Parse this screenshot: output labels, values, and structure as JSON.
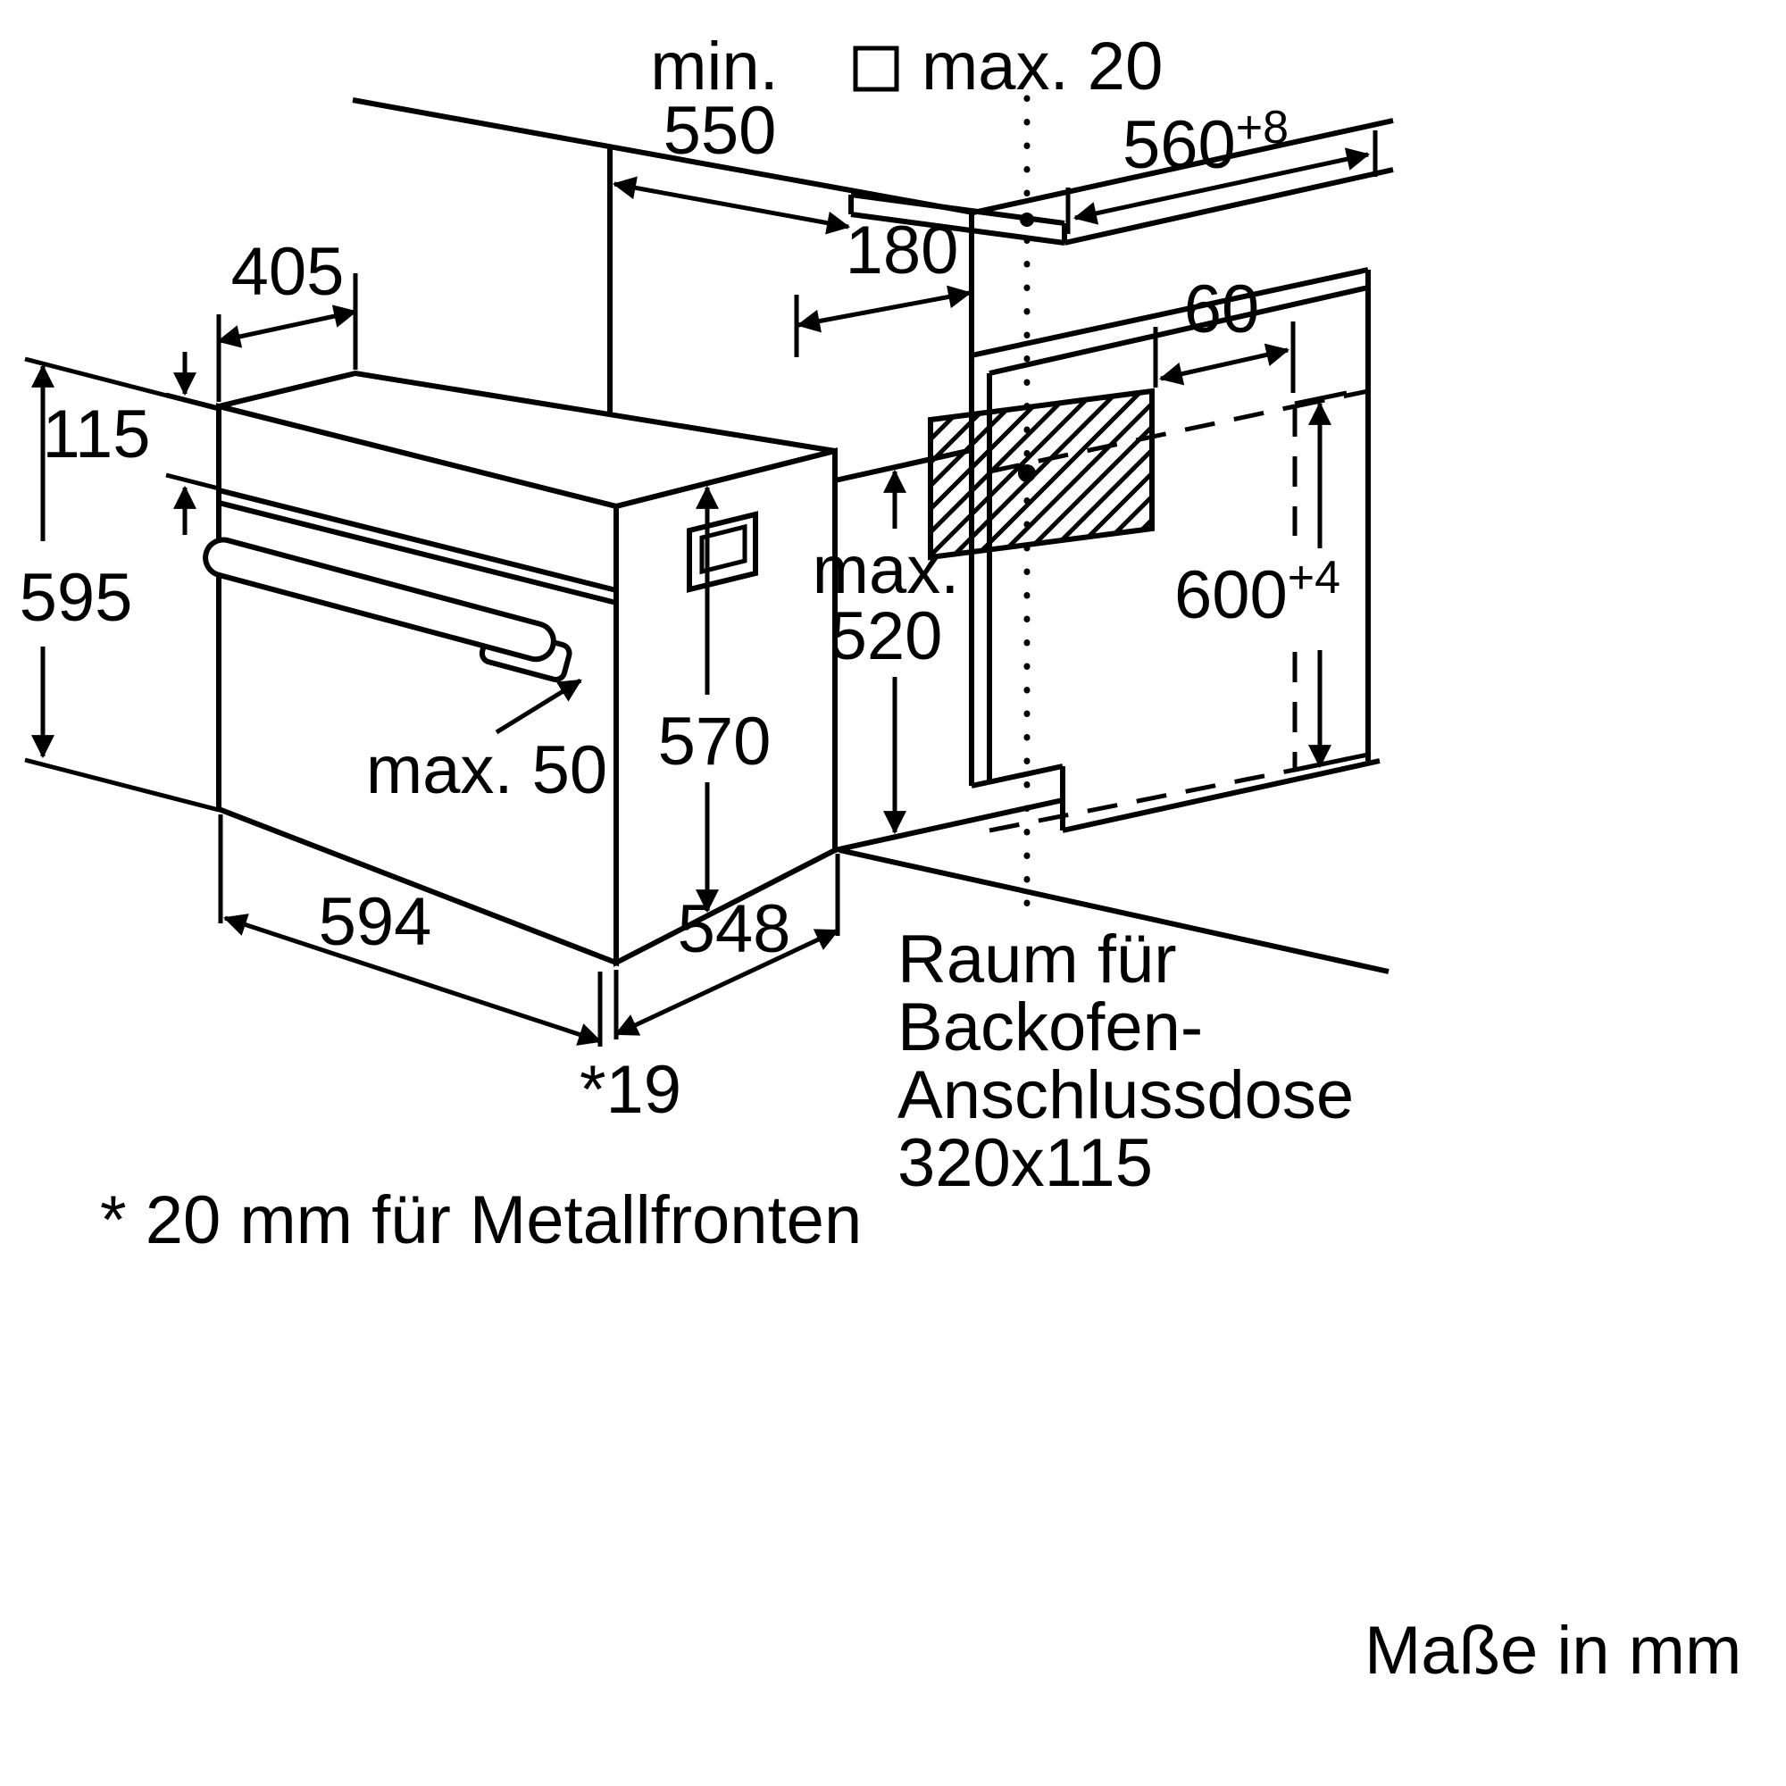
{
  "colors": {
    "ink": "#000000",
    "background": "#ffffff"
  },
  "dims": {
    "min_label": "min.",
    "min_value": "550",
    "max20": "max. 20",
    "width560": "560",
    "width560_sup": "+8",
    "top_depth": "405",
    "gap180": "180",
    "offset60": "60",
    "panel115": "115",
    "height595": "595",
    "max_label": "max.",
    "max520": "520",
    "height600": "600",
    "height600_sup": "+4",
    "max50": "max. 50",
    "inner570": "570",
    "width594": "594",
    "depth548": "548",
    "front19": "*19"
  },
  "notes": {
    "socket_lines": [
      "Raum für",
      "Backofen-",
      "Anschlussdose",
      "320x115"
    ],
    "footnote": "* 20 mm für Metallfronten",
    "units": "Maße in mm"
  }
}
